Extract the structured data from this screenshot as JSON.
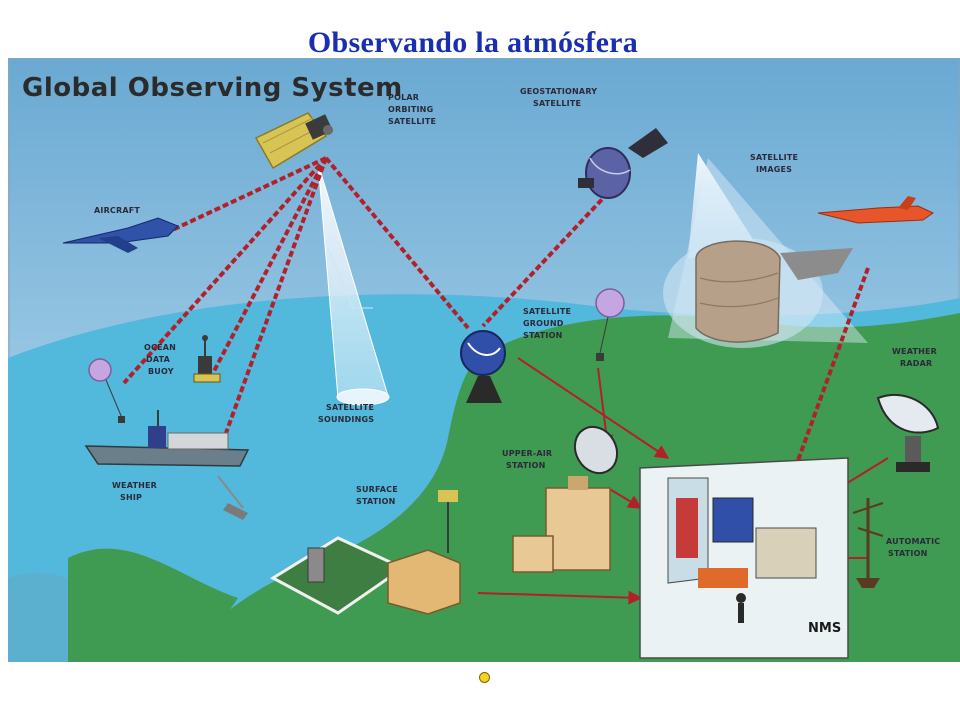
{
  "slide": {
    "title": "Observando la atmósfera"
  },
  "figure": {
    "heading": "Global Observing System",
    "labels": {
      "polar_satellite": [
        "POLAR",
        "ORBITING",
        "SATELLITE"
      ],
      "geo_satellite": [
        "GEOSTATIONARY",
        "SATELLITE"
      ],
      "aircraft": [
        "AIRCRAFT"
      ],
      "satellite_images": [
        "SATELLITE",
        "IMAGES"
      ],
      "ocean_buoy": [
        "OCEAN",
        "DATA",
        "BUOY"
      ],
      "satellite_soundings": [
        "SATELLITE",
        "SOUNDINGS"
      ],
      "ground_station": [
        "SATELLITE",
        "GROUND",
        "STATION"
      ],
      "weather_radar": [
        "WEATHER",
        "RADAR"
      ],
      "weather_ship": [
        "WEATHER",
        "SHIP"
      ],
      "upper_air": [
        "UPPER-AIR",
        "STATION"
      ],
      "surface_station": [
        "SURFACE",
        "STATION"
      ],
      "automatic_station": [
        "AUTOMATIC",
        "STATION"
      ],
      "nms": "NMS"
    }
  },
  "colors": {
    "title": "#1a2fb0",
    "sky": "#7fb6d8",
    "sea": "#4fb9dc",
    "land": "#3f9a52",
    "link": "#b2202a"
  }
}
